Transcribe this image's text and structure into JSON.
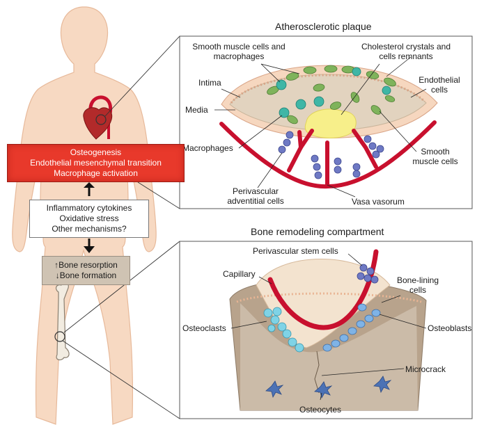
{
  "panel_plaque": {
    "title": "Atherosclerotic plaque",
    "labels": {
      "smooth_macro_1": "Smooth muscle cells and",
      "smooth_macro_2": "macrophages",
      "cholesterol_1": "Cholesterol crystals and",
      "cholesterol_2": "cells remnants",
      "intima": "Intima",
      "endothelial_1": "Endothelial",
      "endothelial_2": "cells",
      "media": "Media",
      "macrophages": "Macrophages",
      "smooth_1": "Smooth",
      "smooth_2": "muscle cells",
      "perivascular_1": "Perivascular",
      "perivascular_2": "adventitial cells",
      "vasa": "Vasa vasorum"
    }
  },
  "panel_bone": {
    "title": "Bone remodeling compartment",
    "labels": {
      "stem": "Perivascular stem cells",
      "capillary": "Capillary",
      "bone_lining_1": "Bone-lining",
      "bone_lining_2": "cells",
      "osteoclasts": "Osteoclasts",
      "osteoblasts": "Osteoblasts",
      "microcrack": "Microcrack",
      "osteocytes": "Osteocytes"
    }
  },
  "boxes": {
    "red_lines": [
      "Osteogenesis",
      "Endothelial mesenchymal transition",
      "Macrophage activation"
    ],
    "white_lines": [
      "Inflammatory cytokines",
      "Oxidative stress",
      "Other mechanisms?"
    ],
    "bone_lines": [
      "↑Bone resorption",
      "↓Bone formation"
    ]
  },
  "colors": {
    "body_skin": "#f7d9c2",
    "red": "#e8392b",
    "vessel": "#c8102e",
    "plaque": "#e2d3bf",
    "media": "#f6d7bf",
    "smooth_muscle": "#7fb35b",
    "macrophage": "#3fb6a6",
    "adventitial": "#6e79c4",
    "cholesterol": "#f7ef8a",
    "bone": "#b8a38c",
    "osteoclast": "#7fd3e6",
    "osteoblast": "#7fb3e6",
    "osteocyte": "#4c72b5"
  }
}
